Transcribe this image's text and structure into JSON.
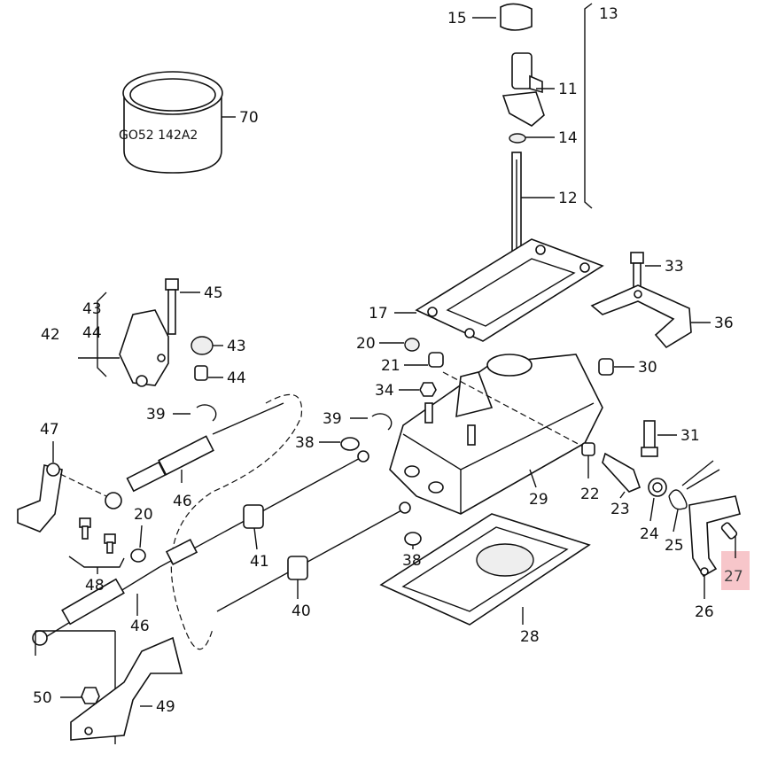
{
  "diagram": {
    "title": "Gear shift mechanism parts diagram",
    "part_code": "GO52 142A2",
    "highlighted_part": "27",
    "highlight_color": "#f7c6ca",
    "labels": {
      "p15": "15",
      "p13": "13",
      "p11": "11",
      "p14": "14",
      "p12": "12",
      "p70": "70",
      "p45": "45",
      "p43a": "43",
      "p44a": "44",
      "p42": "42",
      "p43b": "43",
      "p44b": "44",
      "p33": "33",
      "p36": "36",
      "p17": "17",
      "p20a": "20",
      "p21": "21",
      "p34": "34",
      "p30": "30",
      "p39a": "39",
      "p39b": "39",
      "p38a": "38",
      "p38b": "38",
      "p47": "47",
      "p31": "31",
      "p46a": "46",
      "p46b": "46",
      "p20b": "20",
      "p22": "22",
      "p23": "23",
      "p29": "29",
      "p24": "24",
      "p25": "25",
      "p27": "27",
      "p26": "26",
      "p41": "41",
      "p48": "48",
      "p40": "40",
      "p28": "28",
      "p50": "50",
      "p49": "49"
    }
  }
}
